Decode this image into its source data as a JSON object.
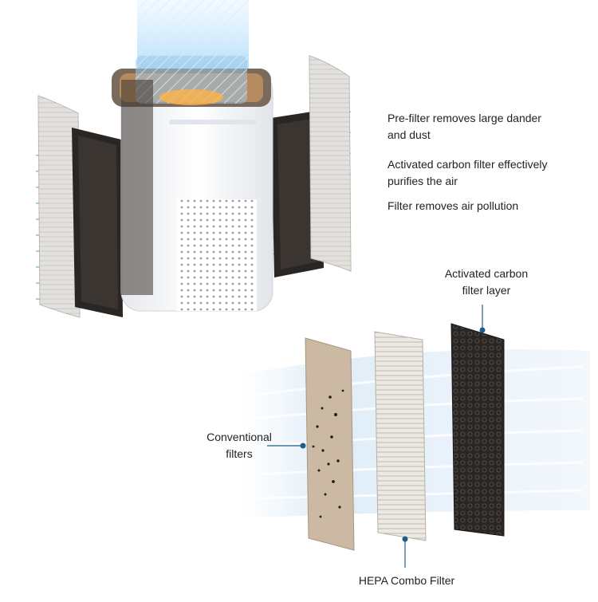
{
  "top_notes": [
    {
      "line1": "Pre-filter removes large dander",
      "line2": "and dust"
    },
    {
      "line1": "Activated carbon filter effectively",
      "line2": "purifies the air"
    },
    {
      "line1": "Filter removes air pollution",
      "line2": ""
    }
  ],
  "labels": {
    "carbon_line1": "Activated carbon",
    "carbon_line2": "filter layer",
    "conventional_line1": "Conventional",
    "conventional_line2": "filters",
    "hepa": "HEPA Combo Filter"
  },
  "colors": {
    "airflow": "#5fb3ee",
    "carbon": "#2a2623",
    "hepa": "#e9e5dd",
    "conventional": "#cbb9a4",
    "pointer": "#1f5d89",
    "body": "#f3f4f7"
  }
}
